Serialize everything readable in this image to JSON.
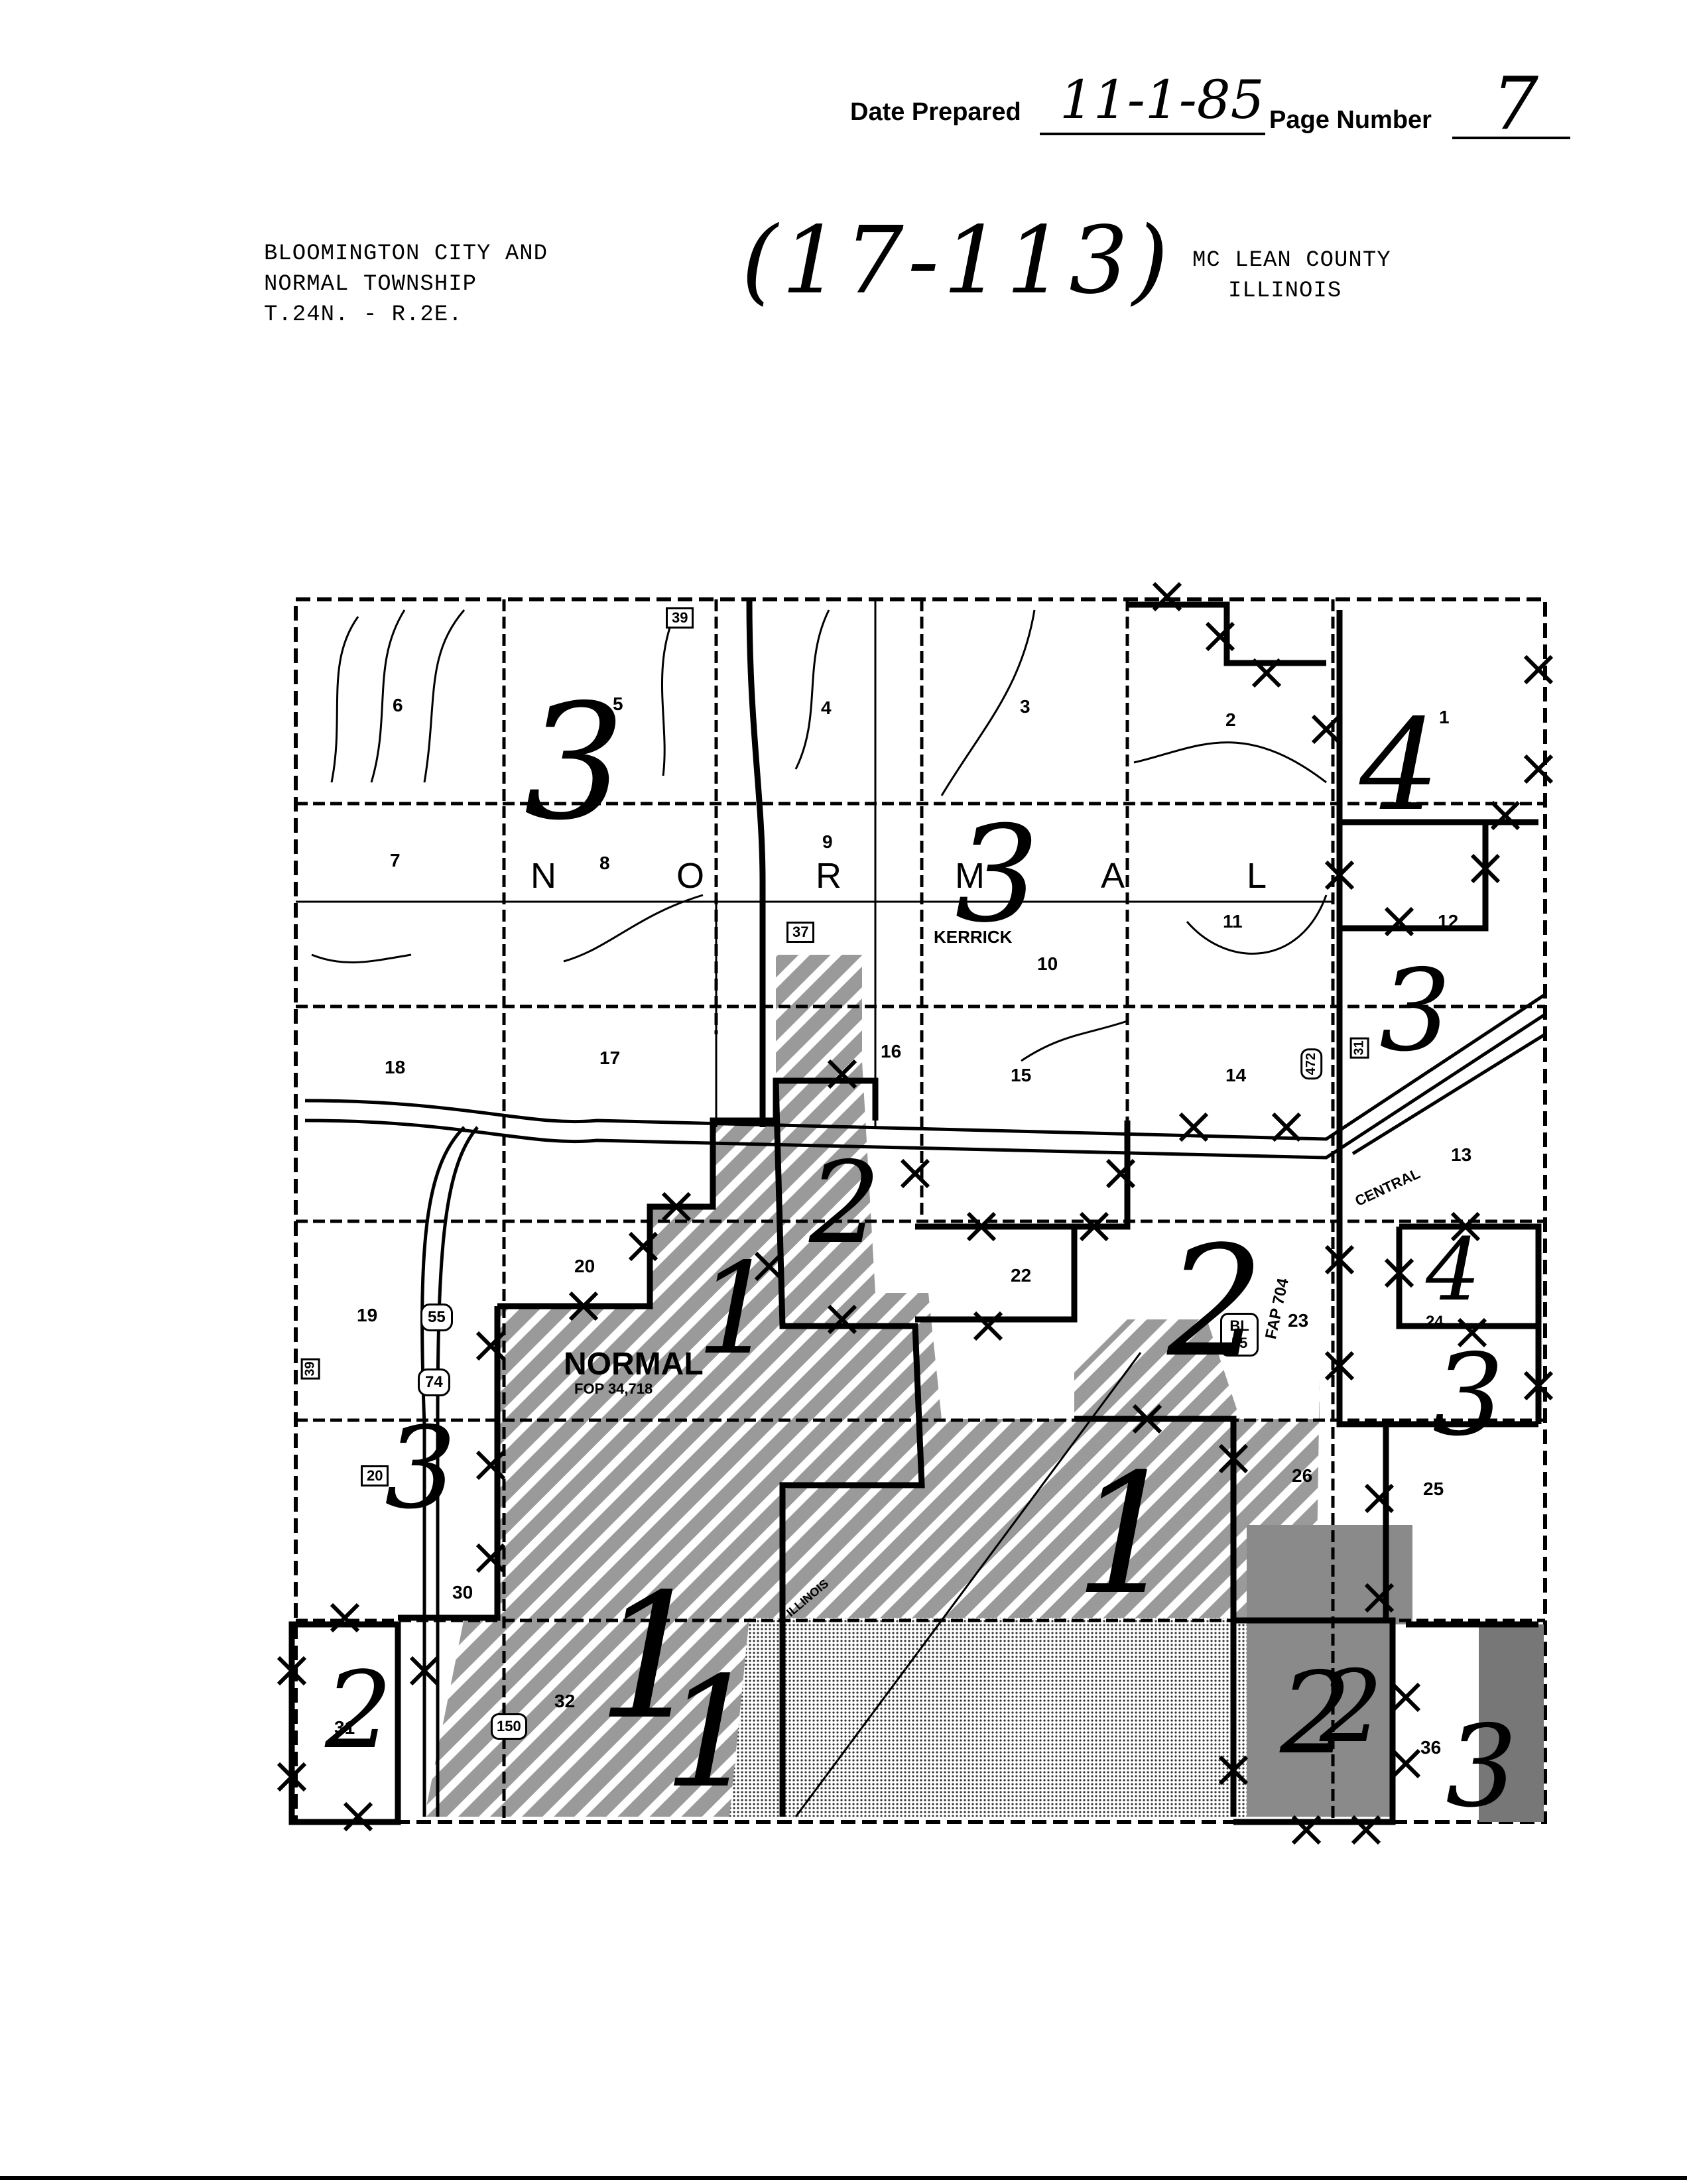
{
  "header": {
    "date_label": "Date Prepared",
    "date_value": "11-1-85",
    "page_label": "Page Number",
    "page_value": "7",
    "code": "(17-113)",
    "left_lines": [
      "BLOOMINGTON CITY AND",
      "NORMAL TOWNSHIP",
      "T.24N. - R.2E."
    ],
    "right_lines": [
      "MC LEAN COUNTY",
      "ILLINOIS"
    ]
  },
  "map": {
    "township_letters": [
      "N",
      "O",
      "R",
      "M",
      "A",
      "L"
    ],
    "place_labels": {
      "kerrick": "KERRICK",
      "normal": "NORMAL",
      "fop": "FOP 34,718",
      "central": "CENTRAL",
      "fap": "FAP 704",
      "illinois": "ILLINOIS"
    },
    "section_numbers": [
      "6",
      "5",
      "4",
      "3",
      "2",
      "1",
      "7",
      "8",
      "9",
      "10",
      "11",
      "12",
      "18",
      "17",
      "16",
      "15",
      "14",
      "13",
      "19",
      "20",
      "22",
      "23",
      "24",
      "30",
      "32",
      "26",
      "25",
      "31",
      "36"
    ],
    "route_shields": [
      "39",
      "37",
      "55",
      "74",
      "20",
      "150",
      "BL 55",
      "472",
      "39",
      "31"
    ],
    "zone_numbers": [
      "3",
      "3",
      "4",
      "3",
      "2",
      "1",
      "2",
      "4",
      "3",
      "1",
      "3",
      "2",
      "1",
      "1",
      "2",
      "2",
      "3"
    ],
    "colors": {
      "ink": "#000000",
      "paper": "#ffffff",
      "urban_fill": "#8a8a8a"
    }
  }
}
